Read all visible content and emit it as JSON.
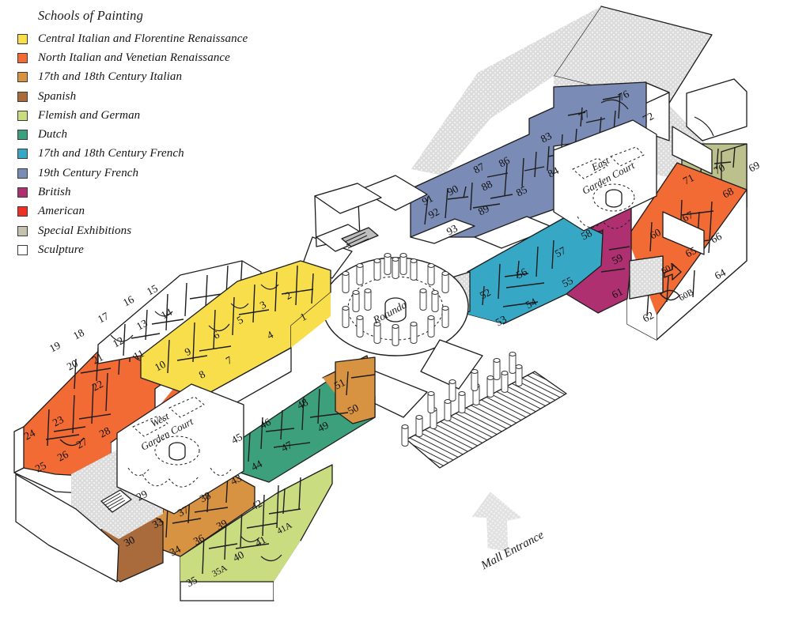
{
  "legend": {
    "title": "Schools of Painting",
    "items": [
      {
        "label": "Central Italian and Florentine Renaissance",
        "color": "#F7DE4A",
        "swatch": "legend-swatch-central-italian"
      },
      {
        "label": "North Italian and Venetian Renaissance",
        "color": "#F26A34",
        "swatch": "legend-swatch-north-italian"
      },
      {
        "label": "17th and 18th Century Italian",
        "color": "#D79242",
        "swatch": "legend-swatch-italian-17-18"
      },
      {
        "label": "Spanish",
        "color": "#A96B3C",
        "swatch": "legend-swatch-spanish"
      },
      {
        "label": "Flemish and German",
        "color": "#C9DC80",
        "swatch": "legend-swatch-flemish-german"
      },
      {
        "label": "Dutch",
        "color": "#3DA07C",
        "swatch": "legend-swatch-dutch"
      },
      {
        "label": "17th and 18th Century French",
        "color": "#36A8C6",
        "swatch": "legend-swatch-french-17-18"
      },
      {
        "label": "19th Century French",
        "color": "#7A8BB5",
        "swatch": "legend-swatch-french-19"
      },
      {
        "label": "British",
        "color": "#AE3070",
        "swatch": "legend-swatch-british"
      },
      {
        "label": "American",
        "color": "#EE3124",
        "swatch": "legend-swatch-american"
      },
      {
        "label": "Special Exhibitions",
        "color": "#C6C2B0",
        "swatch": "legend-swatch-special-exhibitions"
      },
      {
        "label": "Sculpture",
        "color": "#FFFFFF",
        "swatch": "legend-swatch-sculpture"
      }
    ]
  },
  "plan": {
    "courts": [
      {
        "name": "west-garden-court",
        "line1": "West",
        "line2": "Garden Court"
      },
      {
        "name": "east-garden-court",
        "line1": "East",
        "line2": "Garden Court"
      }
    ],
    "rotunda_label": "Rotunda",
    "mall_entrance_label": "Mall Entrance",
    "rooms": [
      {
        "id": "1",
        "school": "Central Italian and Florentine Renaissance"
      },
      {
        "id": "2",
        "school": "Central Italian and Florentine Renaissance"
      },
      {
        "id": "3",
        "school": "Central Italian and Florentine Renaissance"
      },
      {
        "id": "4",
        "school": "Central Italian and Florentine Renaissance"
      },
      {
        "id": "5",
        "school": "Central Italian and Florentine Renaissance"
      },
      {
        "id": "6",
        "school": "Central Italian and Florentine Renaissance"
      },
      {
        "id": "7",
        "school": "Central Italian and Florentine Renaissance"
      },
      {
        "id": "8",
        "school": "Central Italian and Florentine Renaissance"
      },
      {
        "id": "9",
        "school": "Central Italian and Florentine Renaissance"
      },
      {
        "id": "10",
        "school": "Central Italian and Florentine Renaissance"
      },
      {
        "id": "11",
        "school": "Sculpture"
      },
      {
        "id": "12",
        "school": "Sculpture"
      },
      {
        "id": "13",
        "school": "Sculpture"
      },
      {
        "id": "14",
        "school": "Sculpture"
      },
      {
        "id": "15",
        "school": "Sculpture"
      },
      {
        "id": "16",
        "school": "Sculpture"
      },
      {
        "id": "17",
        "school": "Sculpture"
      },
      {
        "id": "18",
        "school": "Sculpture"
      },
      {
        "id": "19",
        "school": "North Italian and Venetian Renaissance"
      },
      {
        "id": "20",
        "school": "North Italian and Venetian Renaissance"
      },
      {
        "id": "21",
        "school": "North Italian and Venetian Renaissance"
      },
      {
        "id": "22",
        "school": "North Italian and Venetian Renaissance"
      },
      {
        "id": "23",
        "school": "North Italian and Venetian Renaissance"
      },
      {
        "id": "24",
        "school": "North Italian and Venetian Renaissance"
      },
      {
        "id": "25",
        "school": "North Italian and Venetian Renaissance"
      },
      {
        "id": "26",
        "school": "North Italian and Venetian Renaissance"
      },
      {
        "id": "27",
        "school": "North Italian and Venetian Renaissance"
      },
      {
        "id": "28",
        "school": "North Italian and Venetian Renaissance"
      },
      {
        "id": "29",
        "school": "North Italian and Venetian Renaissance"
      },
      {
        "id": "30",
        "school": "Spanish"
      },
      {
        "id": "33",
        "school": "17th and 18th Century Italian"
      },
      {
        "id": "34",
        "school": "17th and 18th Century Italian"
      },
      {
        "id": "35",
        "school": "Flemish and German"
      },
      {
        "id": "35A",
        "school": "Flemish and German"
      },
      {
        "id": "36",
        "school": "17th and 18th Century Italian"
      },
      {
        "id": "37",
        "school": "17th and 18th Century Italian"
      },
      {
        "id": "38",
        "school": "Flemish and German"
      },
      {
        "id": "39",
        "school": "Flemish and German"
      },
      {
        "id": "40",
        "school": "Flemish and German"
      },
      {
        "id": "41",
        "school": "Flemish and German"
      },
      {
        "id": "41A",
        "school": "Flemish and German"
      },
      {
        "id": "42",
        "school": "Flemish and German"
      },
      {
        "id": "43",
        "school": "Flemish and German"
      },
      {
        "id": "44",
        "school": "Dutch"
      },
      {
        "id": "45",
        "school": "Dutch"
      },
      {
        "id": "46",
        "school": "Dutch"
      },
      {
        "id": "47",
        "school": "Dutch"
      },
      {
        "id": "48",
        "school": "Dutch"
      },
      {
        "id": "49",
        "school": "Dutch"
      },
      {
        "id": "50",
        "school": "17th and 18th Century Italian"
      },
      {
        "id": "51",
        "school": "17th and 18th Century Italian"
      },
      {
        "id": "52",
        "school": "17th and 18th Century French"
      },
      {
        "id": "53",
        "school": "17th and 18th Century French"
      },
      {
        "id": "54",
        "school": "17th and 18th Century French"
      },
      {
        "id": "55",
        "school": "17th and 18th Century French"
      },
      {
        "id": "56",
        "school": "17th and 18th Century French"
      },
      {
        "id": "57",
        "school": "British"
      },
      {
        "id": "58",
        "school": "British"
      },
      {
        "id": "59",
        "school": "British"
      },
      {
        "id": "60",
        "school": "American"
      },
      {
        "id": "60A",
        "school": "American"
      },
      {
        "id": "60B",
        "school": "American"
      },
      {
        "id": "61",
        "school": "British"
      },
      {
        "id": "62",
        "school": "American"
      },
      {
        "id": "64",
        "school": "American"
      },
      {
        "id": "65",
        "school": "American"
      },
      {
        "id": "66",
        "school": "American"
      },
      {
        "id": "67",
        "school": "American"
      },
      {
        "id": "68",
        "school": "Flemish and German"
      },
      {
        "id": "69",
        "school": "Flemish and German"
      },
      {
        "id": "70",
        "school": "Flemish and German"
      },
      {
        "id": "71",
        "school": "Flemish and German"
      },
      {
        "id": "72",
        "school": "19th Century French"
      },
      {
        "id": "76",
        "school": "19th Century French"
      },
      {
        "id": "77",
        "school": "19th Century French"
      },
      {
        "id": "83",
        "school": "19th Century French"
      },
      {
        "id": "84",
        "school": "19th Century French"
      },
      {
        "id": "85",
        "school": "19th Century French"
      },
      {
        "id": "86",
        "school": "19th Century French"
      },
      {
        "id": "87",
        "school": "19th Century French"
      },
      {
        "id": "88",
        "school": "19th Century French"
      },
      {
        "id": "89",
        "school": "19th Century French"
      },
      {
        "id": "90",
        "school": "19th Century French"
      },
      {
        "id": "91",
        "school": "19th Century French"
      },
      {
        "id": "92",
        "school": "19th Century French"
      },
      {
        "id": "93",
        "school": "19th Century French"
      }
    ]
  }
}
